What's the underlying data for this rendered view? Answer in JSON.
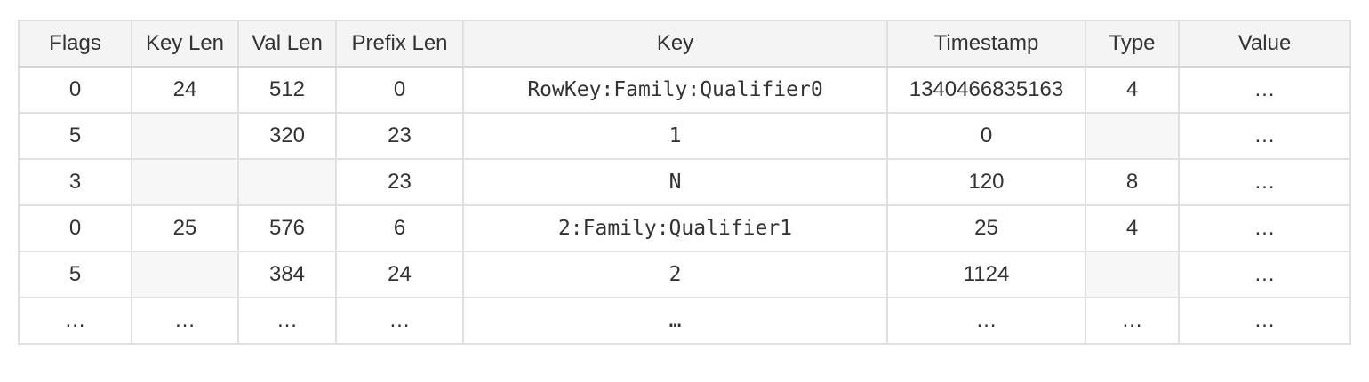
{
  "colors": {
    "header_bg": "#f4f4f4",
    "empty_cell_bg": "#f7f7f7",
    "border": "#e0e0e0",
    "border_strong": "#d6d6d6",
    "text": "#333333"
  },
  "table": {
    "columns": [
      {
        "id": "flags",
        "label": "Flags"
      },
      {
        "id": "key-len",
        "label": "Key Len"
      },
      {
        "id": "val-len",
        "label": "Val Len"
      },
      {
        "id": "prefix-len",
        "label": "Prefix Len"
      },
      {
        "id": "key",
        "label": "Key"
      },
      {
        "id": "timestamp",
        "label": "Timestamp"
      },
      {
        "id": "type",
        "label": "Type"
      },
      {
        "id": "value",
        "label": "Value"
      }
    ],
    "rows": [
      [
        "0",
        "24",
        "512",
        "0",
        "RowKey:Family:Qualifier0",
        "1340466835163",
        "4",
        "…"
      ],
      [
        "5",
        null,
        "320",
        "23",
        "1",
        "0",
        null,
        "…"
      ],
      [
        "3",
        null,
        null,
        "23",
        "N",
        "120",
        "8",
        "…"
      ],
      [
        "0",
        "25",
        "576",
        "6",
        "2:Family:Qualifier1",
        "25",
        "4",
        "…"
      ],
      [
        "5",
        null,
        "384",
        "24",
        "2",
        "1124",
        null,
        "…"
      ],
      [
        "…",
        "…",
        "…",
        "…",
        "…",
        "…",
        "…",
        "…"
      ]
    ]
  },
  "chart_data": {
    "type": "table",
    "title": "",
    "columns": [
      "Flags",
      "Key Len",
      "Val Len",
      "Prefix Len",
      "Key",
      "Timestamp",
      "Type",
      "Value"
    ],
    "rows": [
      [
        "0",
        "24",
        "512",
        "0",
        "RowKey:Family:Qualifier0",
        "1340466835163",
        "4",
        "…"
      ],
      [
        "5",
        "",
        "320",
        "23",
        "1",
        "0",
        "",
        "…"
      ],
      [
        "3",
        "",
        "",
        "23",
        "N",
        "120",
        "8",
        "…"
      ],
      [
        "0",
        "25",
        "576",
        "6",
        "2:Family:Qualifier1",
        "25",
        "4",
        "…"
      ],
      [
        "5",
        "",
        "384",
        "24",
        "2",
        "1124",
        "",
        "…"
      ],
      [
        "…",
        "…",
        "…",
        "…",
        "…",
        "…",
        "…",
        "…"
      ]
    ],
    "notes": "Empty cells (Key Len / Val Len / Type in some rows) are rendered as gray filled cells; Key column uses monospace font; last row is an ellipsis continuation row."
  }
}
